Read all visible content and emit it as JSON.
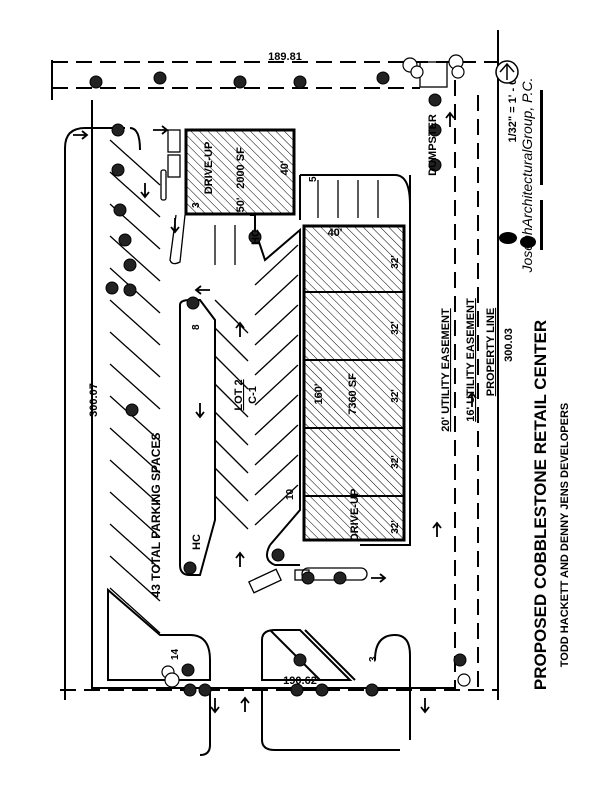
{
  "title": "PROPOSED COBBLESTONE RETAIL CENTER",
  "subtitle": "TODD HACKETT AND DENNY JENS DEVELOPERS",
  "firm": {
    "name": "JosephArchitecturalGroup, P.C.",
    "scale": "1/32\" = 1' - 0\""
  },
  "dimensions": {
    "top": "189.81",
    "left": "300.07",
    "right": "300.03",
    "bottom": "190.62"
  },
  "lot": {
    "label": "LOT 2",
    "zone": "C-1",
    "parking_total": "43 TOTAL PARKING SPACES"
  },
  "easements": {
    "e20": "20' UTILITY EASEMENT",
    "e16": "16' UTILITY EASEMENT",
    "property_line": "PROPERTY LINE"
  },
  "dumpster": "DUMPSTER",
  "small_building": {
    "use": "DRIVE-UP",
    "area": "2000 SF",
    "width": "50'",
    "depth": "40'"
  },
  "main_building": {
    "depth": "40'",
    "length": "160'",
    "area": "7360 SF",
    "use": "DRIVE-UP",
    "bays": [
      "32'",
      "32'",
      "32'",
      "32'",
      "32'"
    ]
  },
  "stall_counts": {
    "s3a": "3",
    "hc1": "HC",
    "s5": "5",
    "s8": "8",
    "s10": "10",
    "hc2": "HC",
    "s14": "14",
    "s3b": "3"
  }
}
